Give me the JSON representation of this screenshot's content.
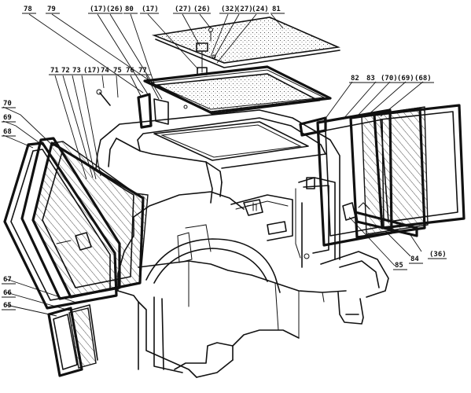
{
  "callouts": {
    "c78": "78",
    "c79": "79",
    "c17a": "(17)",
    "c26a": "(26)",
    "c80": "80",
    "c17b": "(17)",
    "c27a": "(27)",
    "c26b": "(26)",
    "c32": "(32)",
    "c27b": "(27)",
    "c24": "(24)",
    "c81": "81",
    "c71": "71",
    "c72": "72",
    "c73": "73",
    "c17c": "(17)",
    "c74": "74",
    "c75": "75",
    "c76": "76",
    "c77": "77",
    "c82": "82",
    "c83": "83",
    "c70b": "(70)",
    "c69b": "(69)",
    "c68b": "(68)",
    "c70": "70",
    "c69": "69",
    "c68": "68",
    "c85": "85",
    "c84": "84",
    "c36": "(36)",
    "c67": "67",
    "c66": "66",
    "c65": "65"
  }
}
